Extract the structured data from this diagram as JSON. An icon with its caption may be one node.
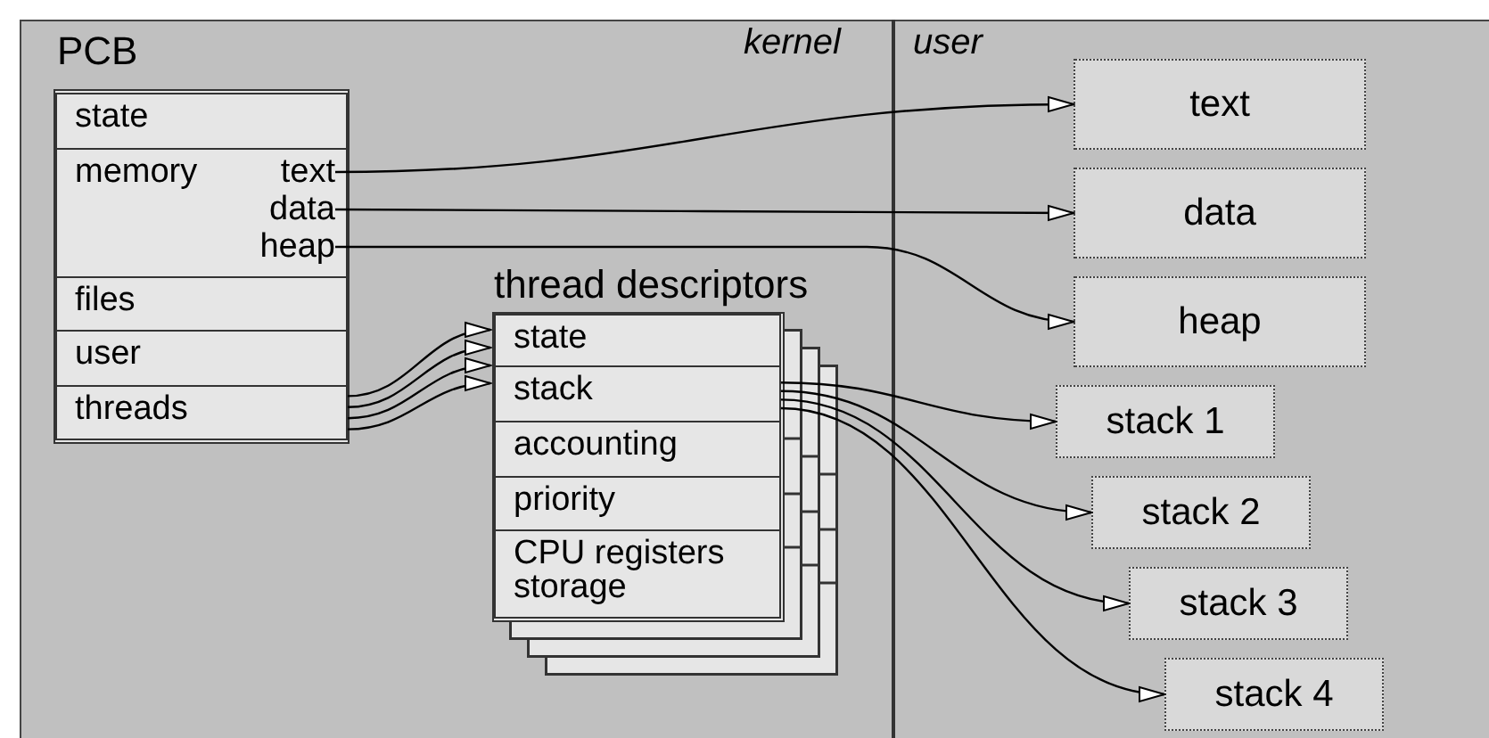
{
  "diagram": {
    "nodes": [
      {
        "text": [
          "PCB"
        ]
      },
      {
        "text": [
          "state"
        ],
        "in": 0
      },
      {
        "text": [
          "memory"
        ],
        "in": 0
      },
      {
        "text": [
          "text"
        ],
        "in": 2
      },
      {
        "text": [
          "data"
        ],
        "in": 2
      },
      {
        "text": [
          "heap"
        ],
        "in": 2
      },
      {
        "text": [
          "files"
        ],
        "in": 0
      },
      {
        "text": [
          "user"
        ],
        "in": 0
      },
      {
        "text": [
          "threads"
        ],
        "in": 0
      },
      {
        "text": [
          "thread descriptors"
        ]
      },
      {
        "text": [
          "state"
        ],
        "in": 9
      },
      {
        "text": [
          "stack"
        ],
        "in": 9
      },
      {
        "text": [
          "accounting"
        ],
        "in": 9
      },
      {
        "text": [
          "priority"
        ],
        "in": 9
      },
      {
        "text": [
          "CPU registers storage"
        ],
        "in": 9
      },
      {
        "text": [
          "text"
        ]
      },
      {
        "text": [
          "data"
        ]
      },
      {
        "text": [
          "heap"
        ]
      },
      {
        "text": [
          "stack 1"
        ]
      },
      {
        "text": [
          "stack 2"
        ]
      },
      {
        "text": [
          "stack 3"
        ]
      },
      {
        "text": [
          "stack 4"
        ]
      }
    ],
    "edges": [
      {
        "from": 3,
        "to": 15,
        "arrow": "to"
      },
      {
        "from": 4,
        "to": 16,
        "arrow": "to"
      },
      {
        "from": 5,
        "to": 17,
        "arrow": "to"
      },
      {
        "from": 8,
        "to": 9,
        "arrow": "to"
      },
      {
        "from": 8,
        "to": 9,
        "arrow": "to"
      },
      {
        "from": 8,
        "to": 9,
        "arrow": "to"
      },
      {
        "from": 8,
        "to": 9,
        "arrow": "to"
      },
      {
        "from": 11,
        "to": 18,
        "arrow": "to"
      },
      {
        "from": 11,
        "to": 19,
        "arrow": "to"
      },
      {
        "from": 11,
        "to": 20,
        "arrow": "to"
      },
      {
        "from": 11,
        "to": 21,
        "arrow": "to"
      }
    ],
    "labels": [
      "kernel",
      "user"
    ]
  }
}
